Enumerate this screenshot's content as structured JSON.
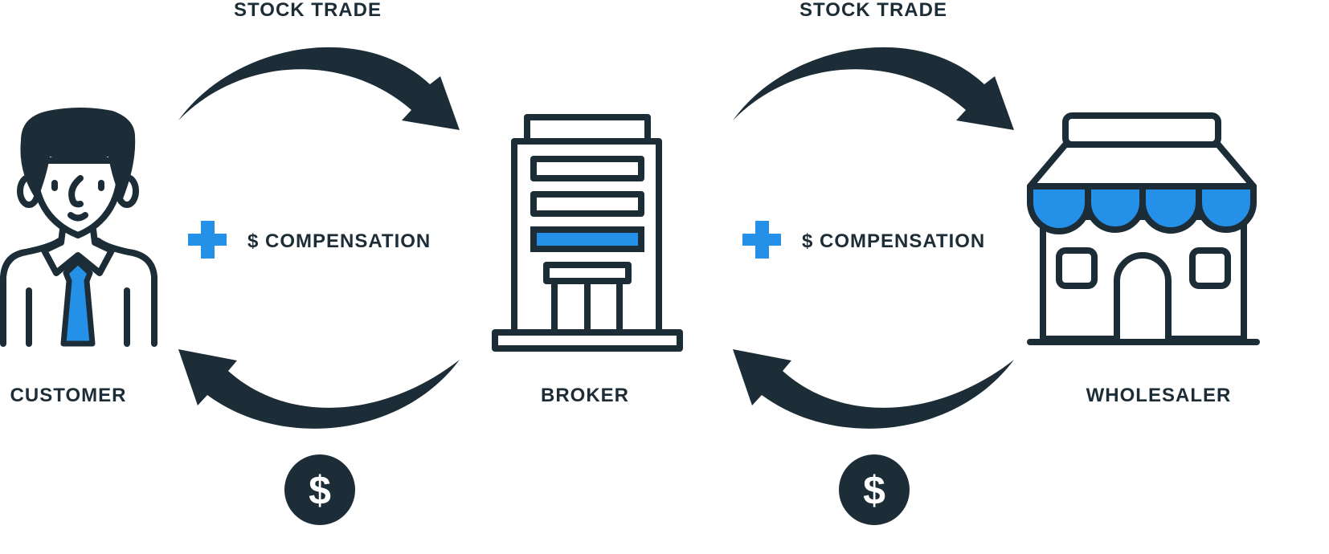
{
  "colors": {
    "dark": "#1c2d37",
    "accent": "#2490e8",
    "background": "#ffffff"
  },
  "flows": [
    {
      "trade_label": "STOCK TRADE",
      "compensation_label": "$ COMPENSATION",
      "plus_icon": "plus-icon",
      "payment_icon": "dollar-coin-icon",
      "payment_symbol": "$"
    },
    {
      "trade_label": "STOCK TRADE",
      "compensation_label": "$ COMPENSATION",
      "plus_icon": "plus-icon",
      "payment_icon": "dollar-coin-icon",
      "payment_symbol": "$"
    }
  ],
  "entities": [
    {
      "label": "CUSTOMER",
      "icon": "person-icon"
    },
    {
      "label": "BROKER",
      "icon": "building-icon"
    },
    {
      "label": "WHOLESALER",
      "icon": "storefront-icon"
    }
  ]
}
